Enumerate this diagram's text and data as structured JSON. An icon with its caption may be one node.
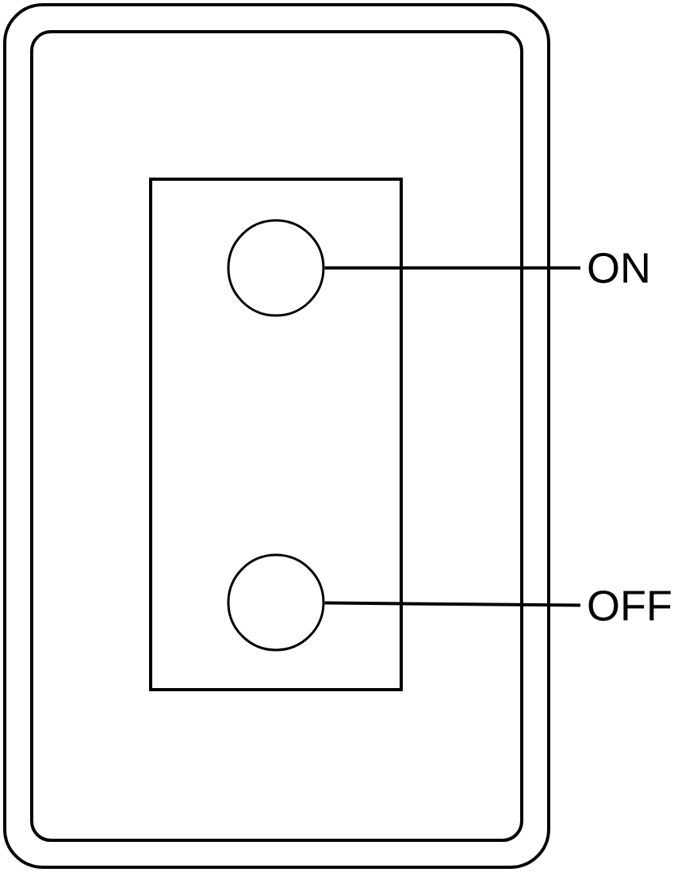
{
  "diagram": {
    "nodes": [
      {
        "text": [],
        "shape": "circle"
      },
      {
        "text": [
          "ON"
        ]
      },
      {
        "text": [],
        "shape": "circle"
      },
      {
        "text": [
          "OFF"
        ]
      }
    ],
    "edges": [
      {
        "from": 1,
        "to": 0,
        "arrow": "none"
      },
      {
        "from": 3,
        "to": 2,
        "arrow": "none"
      }
    ]
  }
}
